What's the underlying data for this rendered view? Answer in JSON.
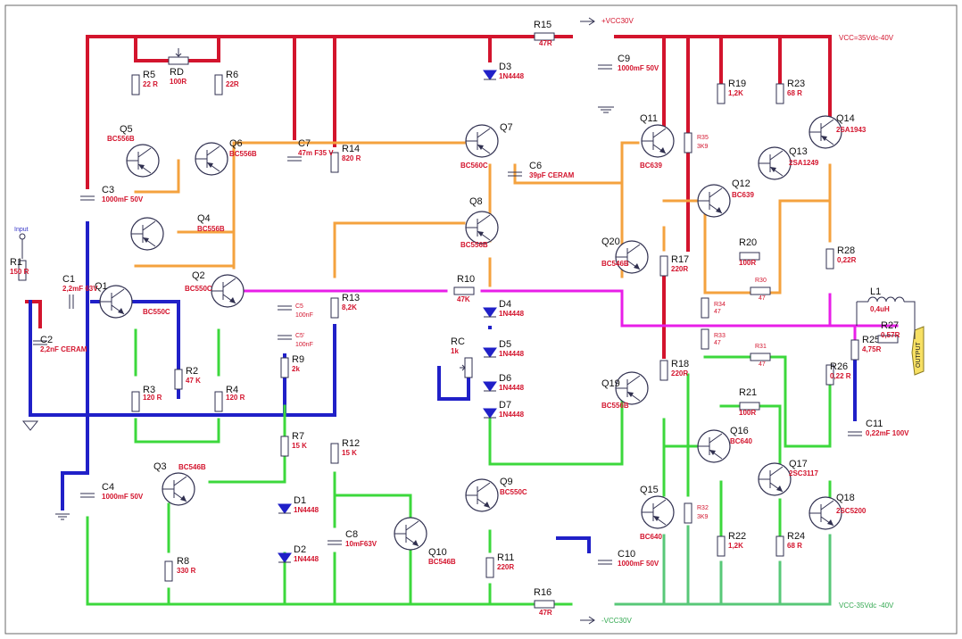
{
  "labels": {
    "input": "Input",
    "output": "OUTPUT",
    "vcc_top": "VCC=35Vdc-40V",
    "vcc_bottom": "VCC-35Vdc -40V",
    "vcc30_pos": "+VCC30V",
    "vcc30_neg": "-VCC30V"
  },
  "transistors": [
    {
      "ref": "Q1",
      "value": "BC550C"
    },
    {
      "ref": "Q2",
      "value": "BC550C"
    },
    {
      "ref": "Q3",
      "value": "BC546B"
    },
    {
      "ref": "Q4",
      "value": "BC556B"
    },
    {
      "ref": "Q5",
      "value": "BC556B"
    },
    {
      "ref": "Q6",
      "value": "BC556B"
    },
    {
      "ref": "Q7",
      "value": "BC560C"
    },
    {
      "ref": "Q8",
      "value": "BC556B"
    },
    {
      "ref": "Q9",
      "value": "BC550C"
    },
    {
      "ref": "Q10",
      "value": "BC546B"
    },
    {
      "ref": "Q11",
      "value": "BC639"
    },
    {
      "ref": "Q12",
      "value": "BC639"
    },
    {
      "ref": "Q13",
      "value": "2SA1249"
    },
    {
      "ref": "Q14",
      "value": "2SA1943"
    },
    {
      "ref": "Q15",
      "value": "BC640"
    },
    {
      "ref": "Q16",
      "value": "BC640"
    },
    {
      "ref": "Q17",
      "value": "2SC3117"
    },
    {
      "ref": "Q18",
      "value": "2SC5200"
    },
    {
      "ref": "Q19",
      "value": "BC556B"
    },
    {
      "ref": "Q20",
      "value": "BC546B"
    }
  ],
  "resistors": [
    {
      "ref": "R1",
      "value": "150 R"
    },
    {
      "ref": "R2",
      "value": "47 K"
    },
    {
      "ref": "R3",
      "value": "120 R"
    },
    {
      "ref": "R4",
      "value": "120 R"
    },
    {
      "ref": "R5",
      "value": "22 R"
    },
    {
      "ref": "R6",
      "value": "22R"
    },
    {
      "ref": "RD",
      "value": "100R"
    },
    {
      "ref": "R7",
      "value": "15 K"
    },
    {
      "ref": "R8",
      "value": "330 R"
    },
    {
      "ref": "R9",
      "value": "2k"
    },
    {
      "ref": "R10",
      "value": "47K"
    },
    {
      "ref": "R11",
      "value": "220R"
    },
    {
      "ref": "R12",
      "value": "15 K"
    },
    {
      "ref": "R13",
      "value": "8,2K"
    },
    {
      "ref": "R14",
      "value": "820 R"
    },
    {
      "ref": "R15",
      "value": "47R"
    },
    {
      "ref": "R16",
      "value": "47R"
    },
    {
      "ref": "R17",
      "value": "220R"
    },
    {
      "ref": "R18",
      "value": "220R"
    },
    {
      "ref": "R19",
      "value": "1,2K"
    },
    {
      "ref": "R20",
      "value": "100R"
    },
    {
      "ref": "R21",
      "value": "100R"
    },
    {
      "ref": "R22",
      "value": "1,2K"
    },
    {
      "ref": "R23",
      "value": "68 R"
    },
    {
      "ref": "R24",
      "value": "68 R"
    },
    {
      "ref": "R25",
      "value": "4,75R"
    },
    {
      "ref": "R26",
      "value": "0,22 R"
    },
    {
      "ref": "R27",
      "value": "0,57R"
    },
    {
      "ref": "R28",
      "value": "0,22R"
    },
    {
      "ref": "R30",
      "value": "47"
    },
    {
      "ref": "R31",
      "value": "47"
    },
    {
      "ref": "R32",
      "value": "3K9"
    },
    {
      "ref": "R33",
      "value": "47"
    },
    {
      "ref": "R34",
      "value": "47"
    },
    {
      "ref": "R35",
      "value": "3K9"
    },
    {
      "ref": "RC",
      "value": "1k"
    }
  ],
  "capacitors": [
    {
      "ref": "C1",
      "value": "2,2mF 63V"
    },
    {
      "ref": "C2",
      "value": "2,2nF CERAM"
    },
    {
      "ref": "C3",
      "value": "1000mF 50V"
    },
    {
      "ref": "C4",
      "value": "1000mF 50V"
    },
    {
      "ref": "C5",
      "value": "100nF"
    },
    {
      "ref": "C5'",
      "value": "100nF"
    },
    {
      "ref": "C6",
      "value": "39pF CERAM"
    },
    {
      "ref": "C7",
      "value": "47m F35 V"
    },
    {
      "ref": "C8",
      "value": "10mF63V"
    },
    {
      "ref": "C9",
      "value": "1000mF 50V"
    },
    {
      "ref": "C10",
      "value": "1000mF 50V"
    },
    {
      "ref": "C11",
      "value": "0,22mF 100V"
    }
  ],
  "diodes": [
    {
      "ref": "D1",
      "value": "1N4448"
    },
    {
      "ref": "D2",
      "value": "1N4448"
    },
    {
      "ref": "D3",
      "value": "1N4448"
    },
    {
      "ref": "D4",
      "value": "1N4448"
    },
    {
      "ref": "D5",
      "value": "1N4448"
    },
    {
      "ref": "D6",
      "value": "1N4448"
    },
    {
      "ref": "D7",
      "value": "1N4448"
    }
  ],
  "inductors": [
    {
      "ref": "L1",
      "value": "0,4uH"
    }
  ],
  "colors": {
    "positive_rail": "#d3142d",
    "negative_rail": "#3cd83c",
    "ground": "#2020c8",
    "signal": "#e81ee8",
    "bias": "#f4a23e"
  }
}
